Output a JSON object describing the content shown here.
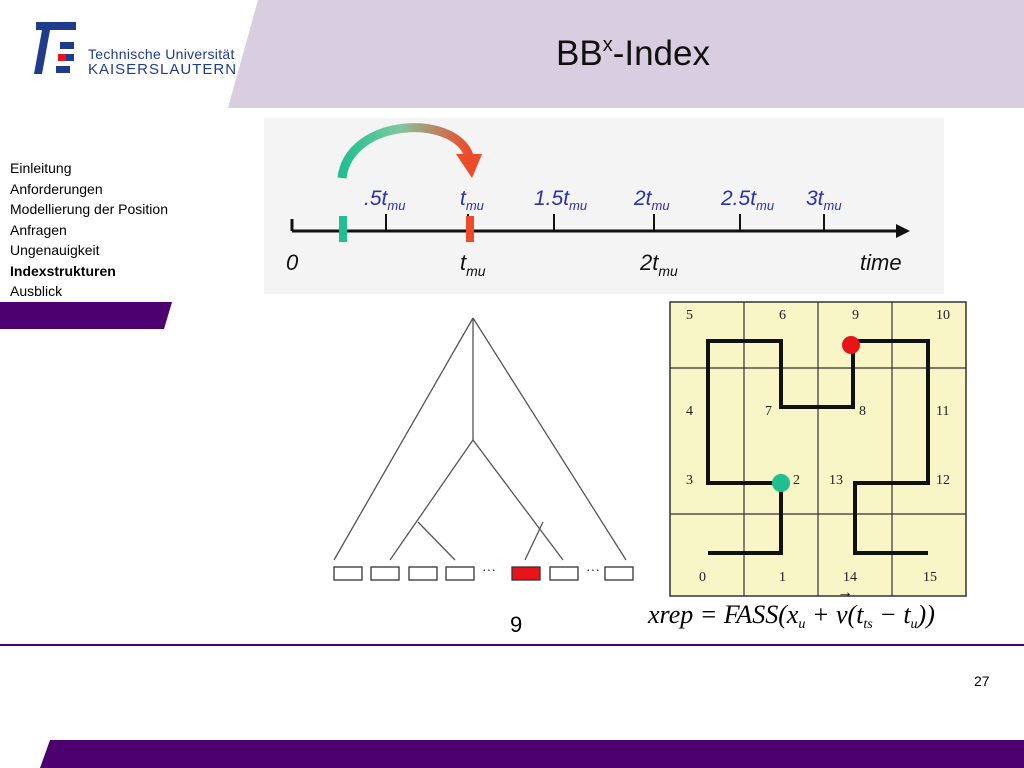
{
  "header": {
    "logo_line1": "Technische Universität",
    "logo_line2": "KAISERSLAUTERN",
    "title_base": "BB",
    "title_sup": "x",
    "title_rest": "-Index"
  },
  "nav": {
    "items": [
      {
        "label": "Einleitung",
        "active": false
      },
      {
        "label": "Anforderungen",
        "active": false
      },
      {
        "label": "Modellierung der Position",
        "active": false
      },
      {
        "label": "Anfragen",
        "active": false
      },
      {
        "label": "Ungenauigkeit",
        "active": false
      },
      {
        "label": "Indexstrukturen",
        "active": true
      },
      {
        "label": "Ausblick",
        "active": false
      }
    ]
  },
  "timeline": {
    "top_labels": [
      ".5t",
      "t",
      "1.5t",
      "2t",
      "2.5t",
      "3t"
    ],
    "subscript": "mu",
    "bottom_labels": [
      "0",
      "t",
      "2t"
    ],
    "axis_label": "time"
  },
  "tree": {
    "ellipses": [
      "···",
      "···"
    ],
    "label": "9"
  },
  "grid": {
    "cells": [
      [
        "5",
        "6",
        "9",
        "10"
      ],
      [
        "4",
        "7",
        "8",
        "11"
      ],
      [
        "3",
        "2",
        "13",
        "12"
      ],
      [
        "0",
        "1",
        "14",
        "15"
      ]
    ]
  },
  "formula": {
    "lhs": "xrep",
    "eq": " = ",
    "fn": "FASS",
    "x": "x",
    "u": "u",
    "v": "v",
    "t": "t",
    "ts": "ts"
  },
  "footer": {
    "page_number": "27"
  },
  "colors": {
    "purple": "#4d0070",
    "lavender": "#d9cde0",
    "blue": "#1f3b8c",
    "green": "#1fbf8f",
    "red": "#e8141a",
    "orange": "#ee4b2b",
    "grid_bg": "#f8f5c6"
  }
}
